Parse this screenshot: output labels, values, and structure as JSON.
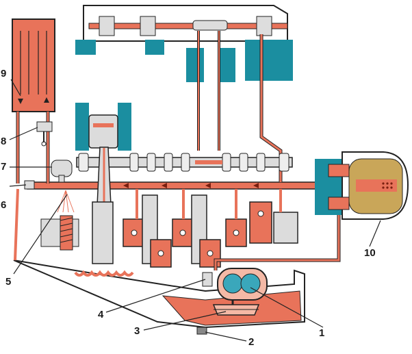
{
  "colors": {
    "oil": "#e8735a",
    "oil_light": "#f4b9a6",
    "block_blue": "#1b8ea0",
    "outline": "#222222",
    "filter_element": "#c9a659",
    "metal_light": "#dcdcdc"
  },
  "callouts": [
    {
      "id": "1",
      "label": "1"
    },
    {
      "id": "2",
      "label": "2"
    },
    {
      "id": "3",
      "label": "3"
    },
    {
      "id": "4",
      "label": "4"
    },
    {
      "id": "5",
      "label": "5"
    },
    {
      "id": "6",
      "label": "6"
    },
    {
      "id": "7",
      "label": "7"
    },
    {
      "id": "8",
      "label": "8"
    },
    {
      "id": "9",
      "label": "9"
    },
    {
      "id": "10",
      "label": "10"
    }
  ]
}
